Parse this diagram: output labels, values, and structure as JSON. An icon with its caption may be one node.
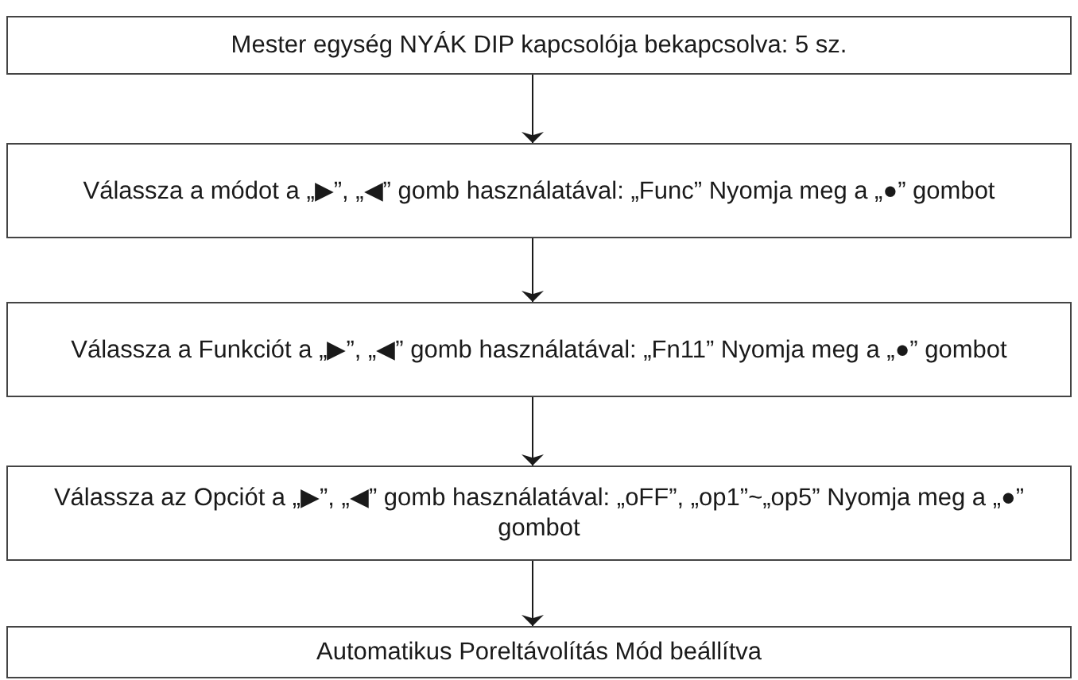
{
  "diagram": {
    "nodes": [
      {
        "text": [
          "Mester egység NYÁK DIP kapcsolója bekapcsolva: 5 sz."
        ]
      },
      {
        "text": [
          "Válassza a módot a „▶”, „◀” gomb használatával: „Func” Nyomja meg a „●” gombot"
        ]
      },
      {
        "text": [
          "Válassza a Funkciót a „▶”, „◀” gomb használatával: „Fn11” Nyomja meg a „●” gombot"
        ]
      },
      {
        "text": [
          "Válassza az Opciót a „▶”, „◀” gomb használatával: „oFF”, „op1”~„op5” Nyomja meg a „●” gombot"
        ]
      },
      {
        "text": [
          "Automatikus Poreltávolítás Mód beállítva"
        ]
      }
    ],
    "edges": [
      {
        "from": 0,
        "to": 1,
        "arrow": "to"
      },
      {
        "from": 1,
        "to": 2,
        "arrow": "to"
      },
      {
        "from": 2,
        "to": 3,
        "arrow": "to"
      },
      {
        "from": 3,
        "to": 4,
        "arrow": "to"
      }
    ]
  }
}
